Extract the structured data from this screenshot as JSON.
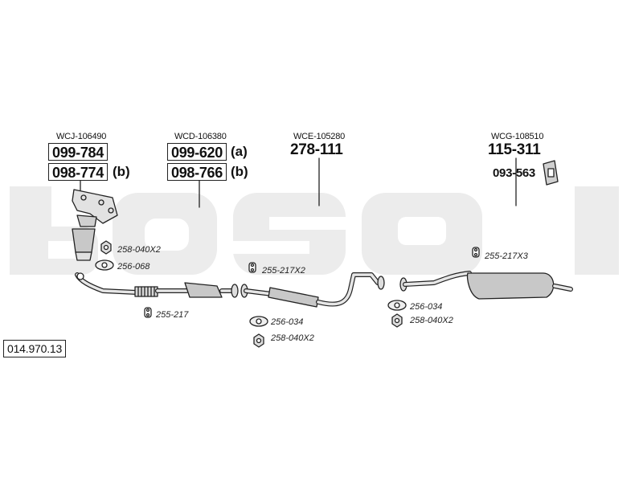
{
  "reference_number": "014.970.13",
  "watermark_text": "bosal",
  "groups": {
    "front": {
      "code": "WCJ-106490",
      "part_a": "099-784",
      "part_b": "098-774",
      "suffix_b": "(b)"
    },
    "pipe": {
      "code": "WCD-106380",
      "part_a": "099-620",
      "suffix_a": "(a)",
      "part_b": "098-766",
      "suffix_b": "(b)"
    },
    "middle": {
      "code": "WCE-105280",
      "part": "278-111"
    },
    "rear": {
      "code": "WCG-108510",
      "part": "115-311",
      "accessory": "093-563"
    }
  },
  "fittings": {
    "f1": "258-040X2",
    "f2": "256-068",
    "f3": "255-217",
    "f4": "255-217X2",
    "f5": "256-034",
    "f6": "258-040X2",
    "f7": "256-034",
    "f8": "258-040X2",
    "f9": "255-217X3"
  },
  "colors": {
    "watermark": "#ececec",
    "line": "#222222",
    "part_fill": "#d4d4d4"
  }
}
